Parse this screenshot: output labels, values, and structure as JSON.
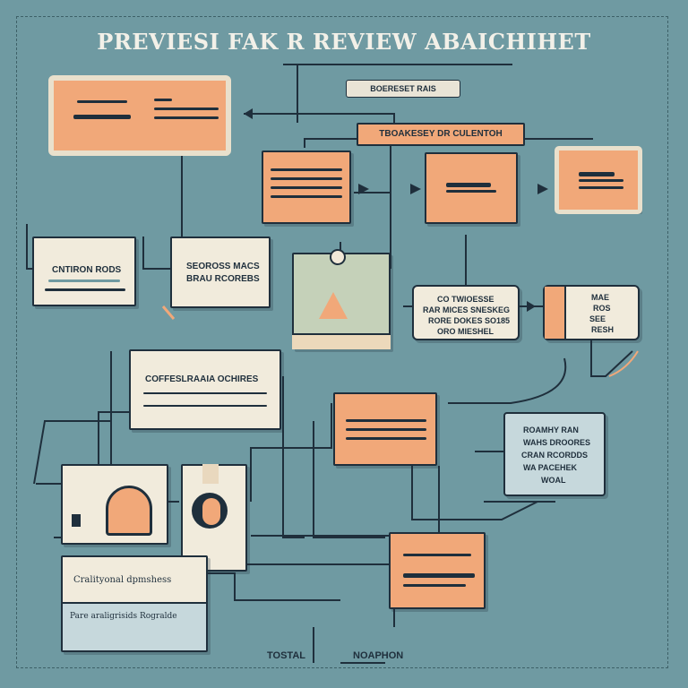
{
  "title": "PREVIESI FAK R REVIEW ABAICHIHET",
  "pill_label": "BOERESET RAIS",
  "tab_label": "TBOAKESEY DR CULENTOH",
  "left_card_label": "CNTIRON RODS",
  "mid_card_lines": [
    "SEOROSS MACS",
    "BRAU RCOREBS"
  ],
  "wide_card_label": "COFFESLRAAIA OCHIRES",
  "center_card_lines": [
    "CO TWIOESSE",
    "RAR MICES SNESKEG",
    "RORE DOKES SO185",
    "ORO MIESHEL"
  ],
  "right_card_lines": [
    "MAE",
    "ROS",
    "SEE",
    "RESH"
  ],
  "blue_card_lines": [
    "ROAMHY RAN",
    "WAHS DROORES",
    "CRAN RCORDDS",
    "WA PACEHEK",
    "WOAL"
  ],
  "bottom_card_lines": [
    "Cralityonal dpmshess",
    "Pare araligrisids Rogralde"
  ],
  "footer_left": "TOSTAL",
  "footer_right": "NOAPHON"
}
